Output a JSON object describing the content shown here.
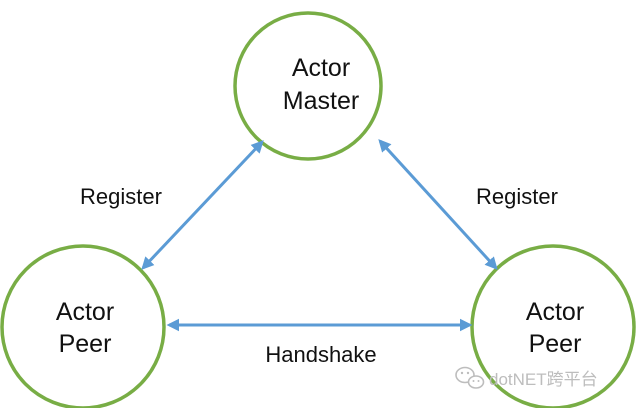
{
  "colors": {
    "node_stroke": "#78ad45",
    "arrow": "#5b9bd5",
    "text": "#111111",
    "watermark": "#bdbdbd"
  },
  "nodes": {
    "master": {
      "line1": "Actor",
      "line2": "Master"
    },
    "peer_left": {
      "line1": "Actor",
      "line2": "Peer"
    },
    "peer_right": {
      "line1": "Actor",
      "line2": "Peer"
    }
  },
  "edges": {
    "left": {
      "label": "Register"
    },
    "right": {
      "label": "Register"
    },
    "bottom": {
      "label": "Handshake"
    }
  },
  "watermark": {
    "text": "dotNET跨平台",
    "icon": "wechat-icon"
  }
}
